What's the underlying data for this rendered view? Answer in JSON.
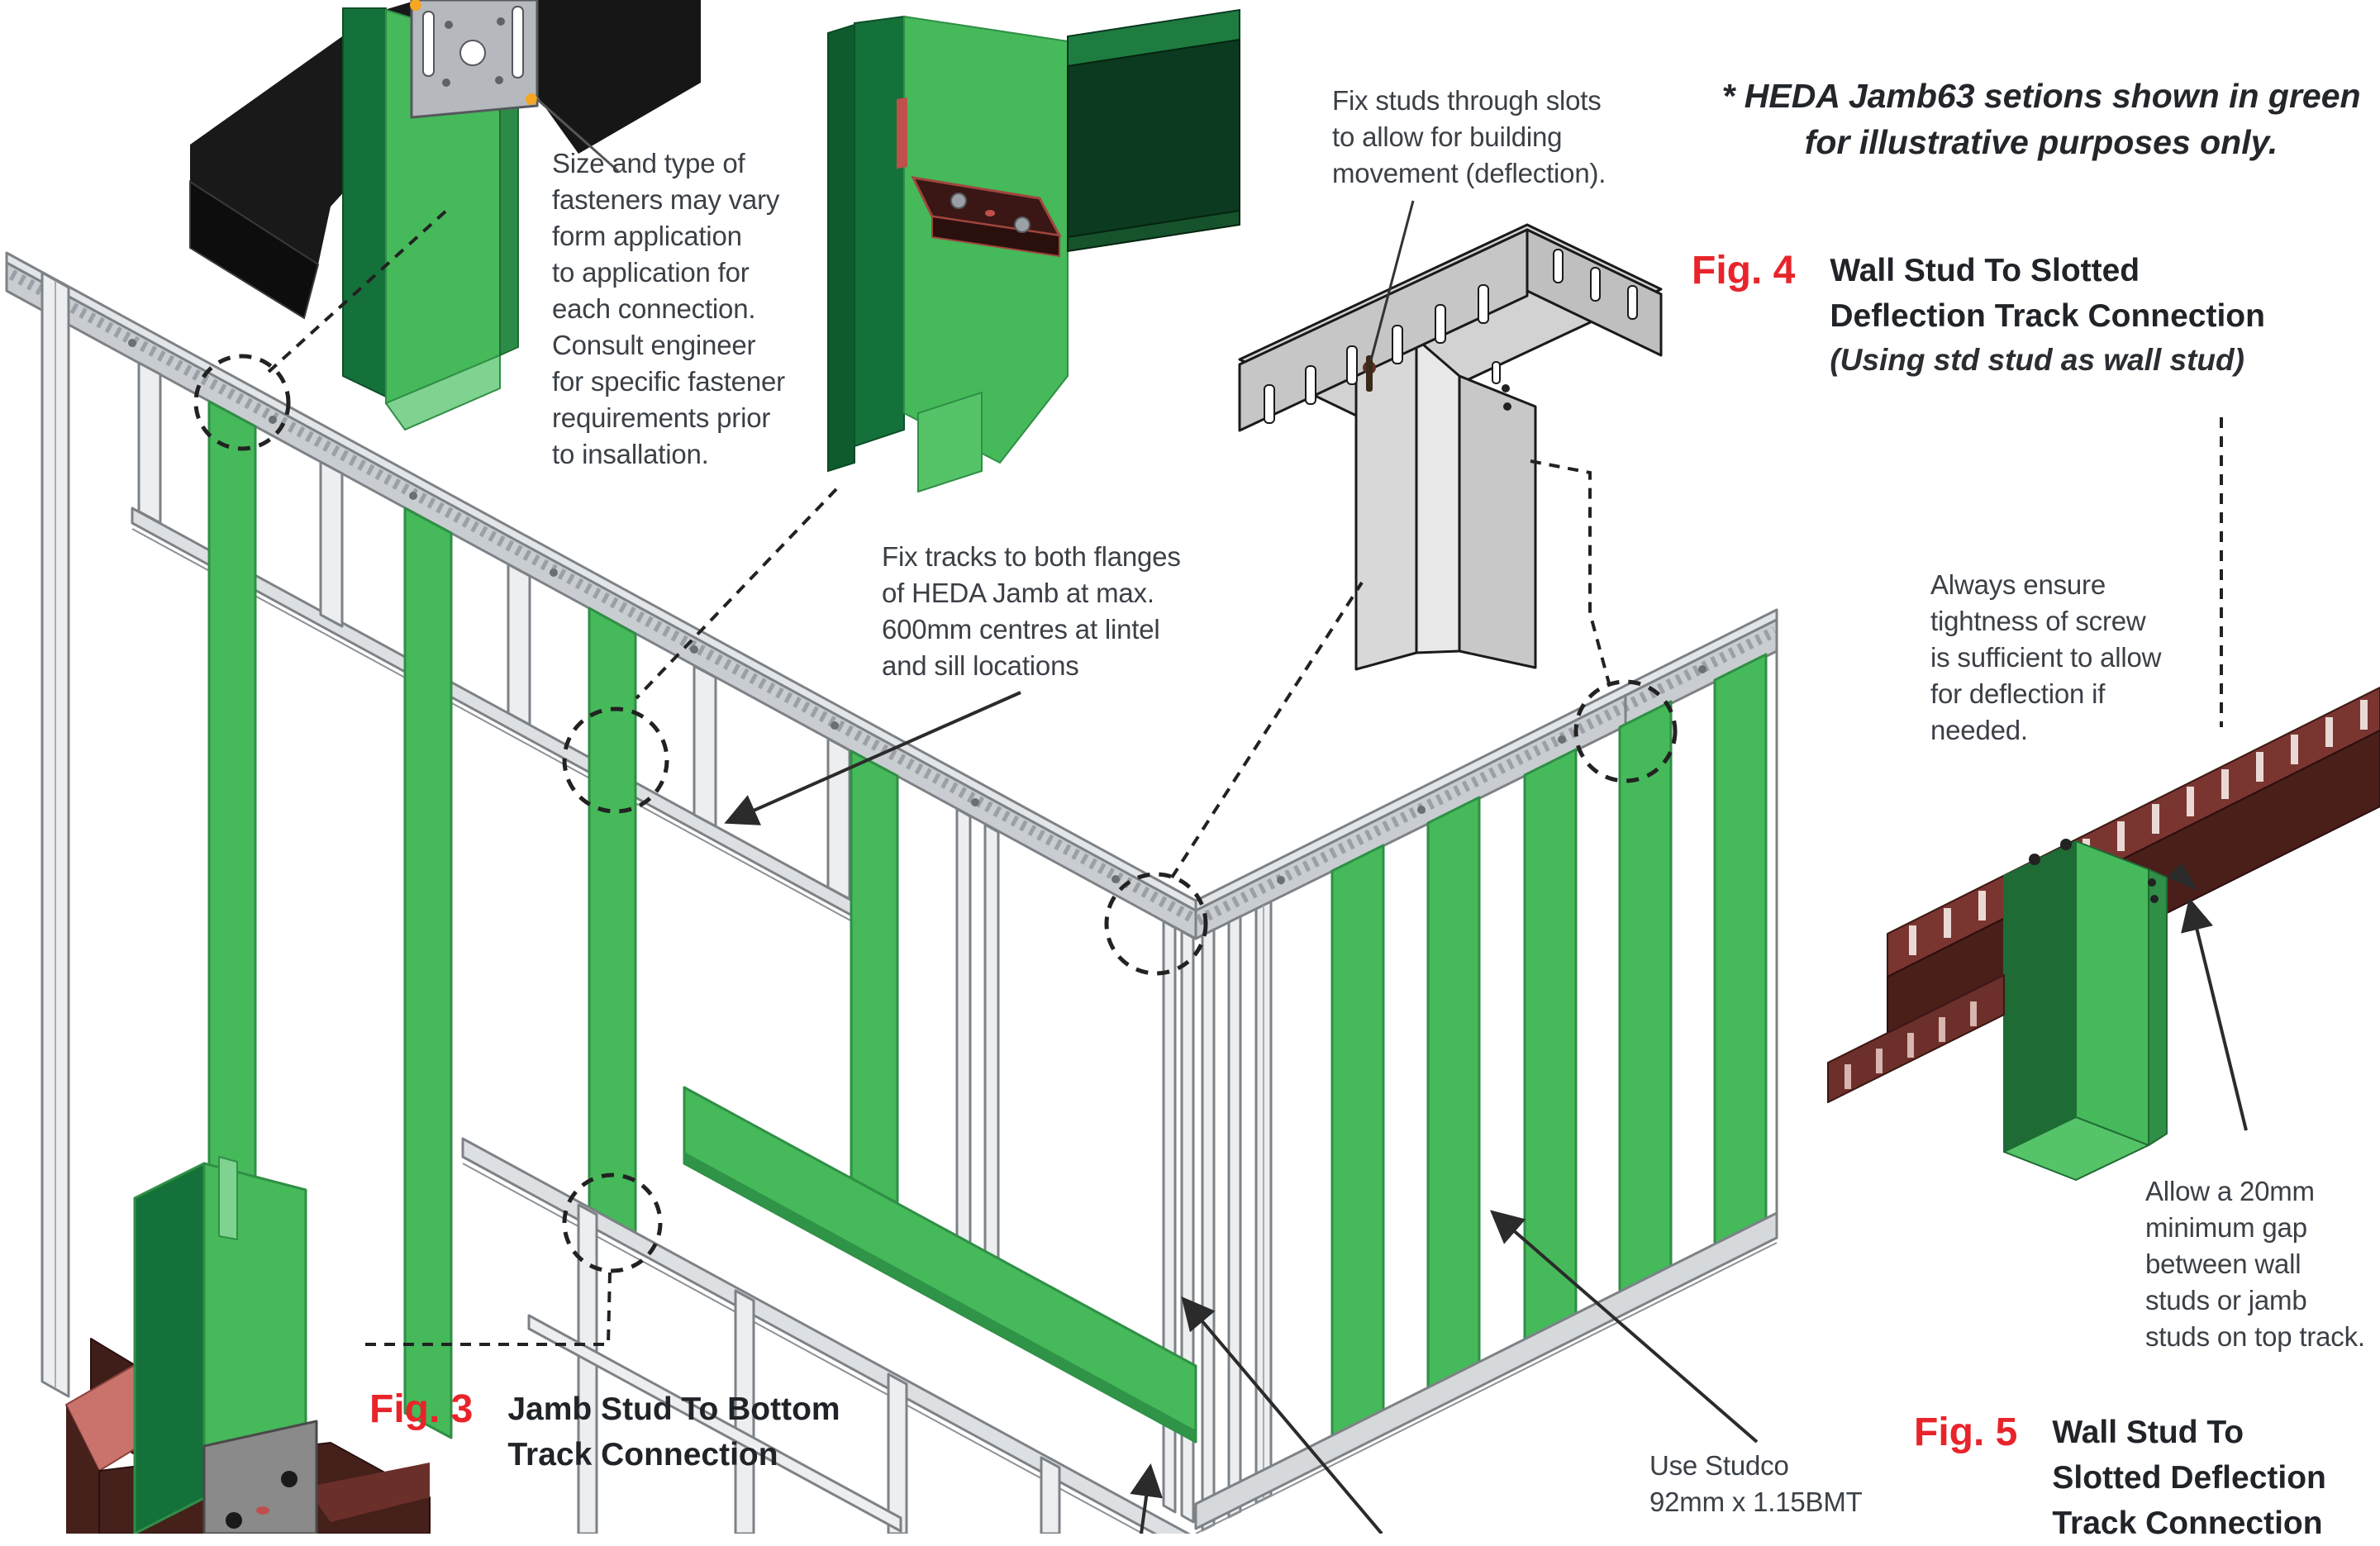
{
  "note": {
    "text": "* HEDA Jamb63 setions shown in green\nfor illustrative purposes only."
  },
  "figures": {
    "fig3": {
      "label": "Fig. 3",
      "title": "Jamb Stud To Bottom\nTrack Connection"
    },
    "fig4": {
      "label": "Fig. 4",
      "title": "Wall Stud To Slotted\nDeflection Track Connection",
      "subtitle": "(Using std stud as wall stud)"
    },
    "fig5": {
      "label": "Fig. 5",
      "title": "Wall Stud To\nSlotted Deflection\nTrack Connection"
    }
  },
  "annotations": {
    "fasteners": "Size and type of\nfasteners may vary\nform application\nto application for\neach connection.\nConsult engineer\nfor specific fastener\nrequirements prior\nto insallation.",
    "fix_tracks": "Fix tracks to both flanges\nof HEDA Jamb at max.\n600mm centres at lintel\nand sill locations",
    "fix_studs": "Fix studs through slots\nto allow for building\nmovement (deflection).",
    "tightness": "Always ensure\ntightness of screw\nis sufficient to allow\nfor deflection if\nneeded.",
    "gap": "Allow a 20mm\nminimum gap\nbetween wall\nstuds or jamb\nstuds on top track.",
    "studco": "Use Studco\n92mm x 1.15BMT"
  },
  "colors": {
    "figure_label_red": "#e8242b",
    "stud_green": "#46b95a",
    "stud_green_dark": "#15713a",
    "track_dark_green": "#0b3a20",
    "track_gray": "#c9cdd1",
    "maroon": "#4a1f1a",
    "pink_floor": "#c9736c",
    "beam_black": "#191919",
    "plate_gray": "#b5b9be",
    "text": "#3b4046"
  }
}
